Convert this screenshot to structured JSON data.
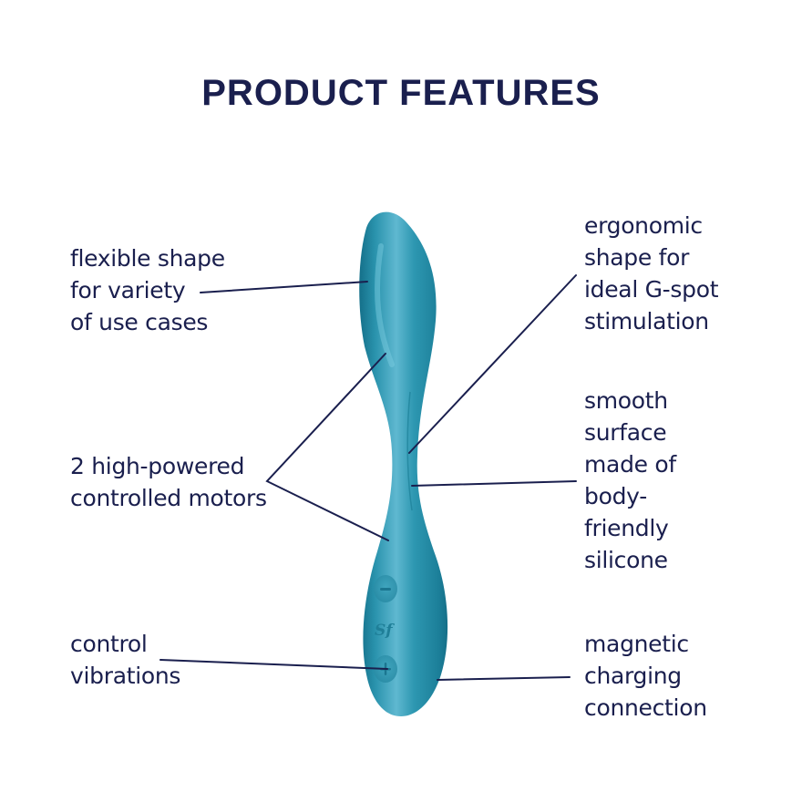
{
  "title": "PRODUCT FEATURES",
  "colors": {
    "text": "#1a1f4e",
    "product_body": "#2a93ad",
    "product_highlight": "#6cc3da",
    "product_shadow": "#14708a",
    "background": "#ffffff"
  },
  "product": {
    "name": "product-illustration",
    "logo_glyph": "Sf",
    "buttons": [
      {
        "name": "minus-button-icon",
        "glyph": "−"
      },
      {
        "name": "plus-button-icon",
        "glyph": "+"
      }
    ]
  },
  "features": {
    "left": [
      {
        "id": "flexible",
        "lines": [
          "flexible shape",
          "for variety",
          "of use cases"
        ]
      },
      {
        "id": "motors",
        "lines": [
          "2 high-powered",
          "controlled motors"
        ]
      },
      {
        "id": "control",
        "lines": [
          "control",
          "vibrations"
        ]
      }
    ],
    "right": [
      {
        "id": "ergonomic",
        "lines": [
          "ergonomic",
          "shape for",
          "ideal G-spot",
          "stimulation"
        ]
      },
      {
        "id": "smooth",
        "lines": [
          "smooth",
          "surface",
          "made of",
          "body-",
          "friendly",
          "silicone"
        ]
      },
      {
        "id": "magnetic",
        "lines": [
          "magnetic",
          "charging",
          "connection"
        ]
      }
    ]
  }
}
